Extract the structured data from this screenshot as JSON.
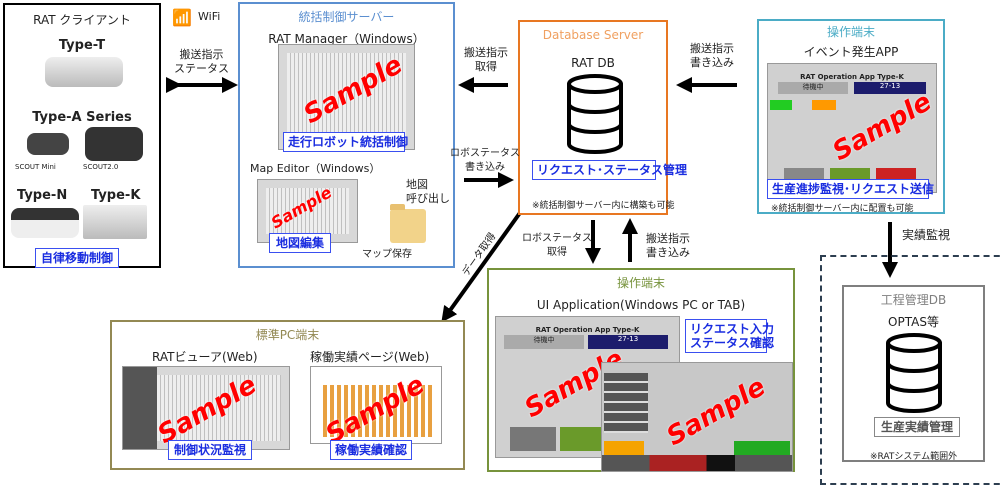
{
  "client": {
    "title": "RAT クライアント",
    "type_t": "Type-T",
    "type_a": "Type-A Series",
    "scout_mini": "SCOUT Mini",
    "scout2": "SCOUT2.0",
    "type_n": "Type-N",
    "type_k": "Type-K",
    "label": "自律移動制御",
    "color": "#000000"
  },
  "wifi": {
    "label": "WiFi",
    "icon": "wifi-icon"
  },
  "link_client_server": "搬送指示\nステータス",
  "server": {
    "title": "統括制御サーバー",
    "color": "#5b8fd0",
    "manager_title": "RAT Manager（Windows）",
    "manager_label": "走行ロボット統括制御",
    "editor_title": "Map Editor（Windows）",
    "editor_label": "地図編集",
    "map_save": "マップ保存",
    "map_load": "地図\n呼び出し",
    "folder_icon": "folder-icon"
  },
  "link_db_server_get": "搬送指示\n取得",
  "link_server_db_write": "ロボステータス\n書き込み",
  "db": {
    "title": "Database Server",
    "color": "#e87722",
    "name": "RAT DB",
    "label": "リクエスト･ステータス管理",
    "note": "※統括制御サーバー内に構築も可能",
    "icon": "database-icon"
  },
  "link_op_db_write": "搬送指示\n書き込み",
  "op_top": {
    "title": "操作端末",
    "color": "#4bacc6",
    "app": "イベント発生APP",
    "label": "生産進捗監視･リクエスト送信",
    "note": "※統括制御サーバー内に配置も可能",
    "screen_title": "RAT Operation App Type-K",
    "screen_status": "待機中",
    "screen_code": "27-13"
  },
  "link_db_opbottom_get": "ロボステータス\n取得",
  "link_opbottom_db_write": "搬送指示\n書き込み",
  "link_data_get": "データ取得",
  "link_monitor": "実績監視",
  "pc": {
    "title": "標準PC端末",
    "color": "#938953",
    "viewer": "RATビューア(Web)",
    "viewer_label": "制御状況監視",
    "perf": "稼働実績ページ(Web)",
    "perf_label": "稼働実績確認"
  },
  "op_bottom": {
    "title": "操作端末",
    "color": "#77933c",
    "app": "UI Application(Windows PC or TAB)",
    "label": "リクエスト入力\nステータス確認",
    "screen_title": "RAT Operation App Type-K",
    "screen_status": "待機中",
    "screen_code": "27-13"
  },
  "process_db": {
    "title": "工程管理DB",
    "name": "OPTAS等",
    "label": "生産実績管理",
    "note": "※RATシステム範囲外",
    "color": "#7f7f7f",
    "outer_color": "#2d3e50"
  },
  "watermark": "Sample"
}
